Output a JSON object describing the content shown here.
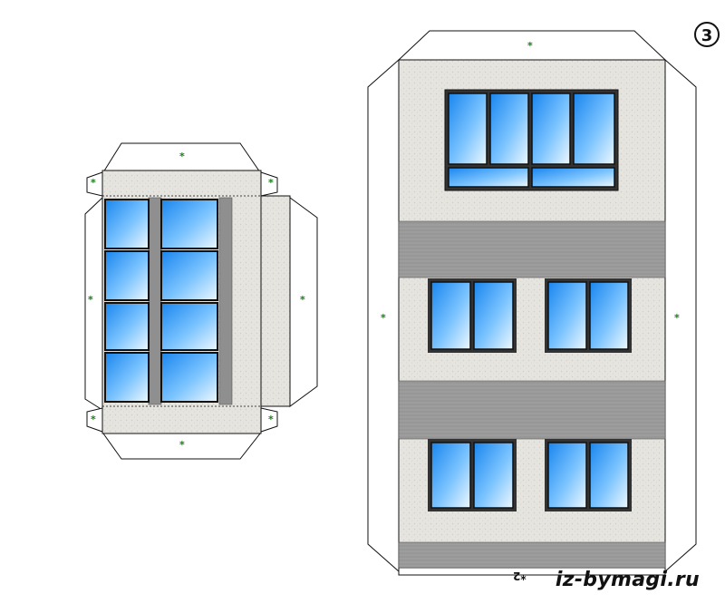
{
  "watermark": "iz-bymagi.ru",
  "page_number": "3",
  "part_label": "*2",
  "glue_mark": "*",
  "colors": {
    "wall": "#e4e2dc",
    "band": "#9c9c9c",
    "glass_top": "#1a8ff0",
    "glass_bottom": "#e6f4ff",
    "frame": "#222222",
    "glue": "#1a7a1a"
  }
}
